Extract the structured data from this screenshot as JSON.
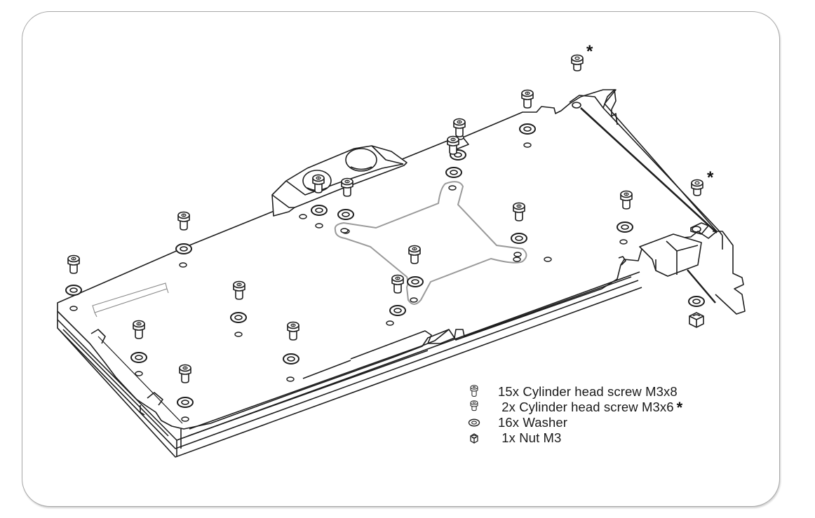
{
  "diagram": {
    "title": "",
    "subject": "graphics-card-waterblock-backplate-assembly",
    "colors": {
      "line": "#1e1e1e",
      "light_line": "#8a8a8a",
      "frame_border": "#a8a8a8",
      "background": "#ffffff"
    },
    "asterisk_mark": "*",
    "legend": {
      "items": [
        {
          "icon": "cylinder-screw-m3x8-icon",
          "text": "15x Cylinder head screw M3x8",
          "marked": false
        },
        {
          "icon": "cylinder-screw-m3x6-icon",
          "text": " 2x Cylinder head screw M3x6",
          "marked": true
        },
        {
          "icon": "washer-icon",
          "text": "16x Washer",
          "marked": false
        },
        {
          "icon": "nut-icon",
          "text": " 1x Nut M3",
          "marked": false
        }
      ]
    }
  }
}
